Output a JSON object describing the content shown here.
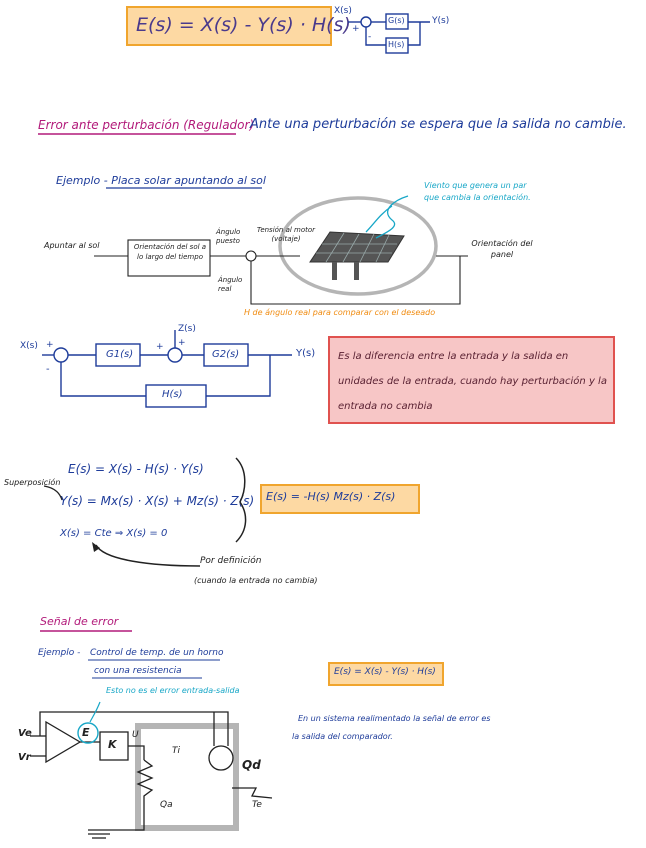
{
  "top": {
    "formula": "E(s) = X(s) - Y(s) · H(s)",
    "mini_diagram": {
      "x": "X(s)",
      "g": "G(s)",
      "h": "H(s)",
      "y": "Y(s)",
      "plus": "+",
      "minus": "-"
    }
  },
  "regulator": {
    "heading": "Error ante perturbación (Regulador)",
    "text": "Ante una perturbación se espera que la salida no cambie."
  },
  "solar": {
    "heading": "Ejemplo - Placa solar apuntando al sol",
    "wind_note": "Viento que genera un par que cambia la orientación.",
    "input": "Apuntar al sol",
    "block": "Orientación del sol a lo largo del tiempo",
    "angle_set": "Ángulo puesto",
    "motor": "Tensión al motor (voltaje)",
    "angle_real": "Ángulo real",
    "output": "Orientación del panel",
    "feedback": "H de ángulo real para comparar con el deseado"
  },
  "disturbance_diagram": {
    "x": "X(s)",
    "g1": "G1(s)",
    "z": "Z(s)",
    "g2": "G2(s)",
    "y": "Y(s)",
    "h": "H(s)",
    "plus": "+",
    "minus": "-"
  },
  "red_note": "Es la diferencia entre la entrada y la salida en unidades de la entrada, cuando hay perturbación y la entrada no cambia",
  "equations": {
    "superposition_label": "Superposición",
    "e1": "E(s) = X(s) - H(s) · Y(s)",
    "e2": "Y(s) = Mx(s) · X(s) + Mz(s) · Z(s)",
    "e3": "X(s) = Cte ⇒ X(s) = 0",
    "result": "E(s) = -H(s) Mz(s) · Z(s)",
    "definition_label": "Por definición",
    "definition_note": "(cuando la entrada no cambia)"
  },
  "error_signal": {
    "heading": "Señal de error",
    "example_prefix": "Ejemplo -",
    "example_line1": "Control de temp. de un horno",
    "example_line2": "con una resistencia",
    "note": "Esto no es el error entrada-salida",
    "formula": "E(s) = X(s) - Y(s) · H(s)",
    "conclusion_line1": "En un sistema realimentado la señal de error es",
    "conclusion_line2": "la salida del comparador."
  },
  "oven_circuit": {
    "ve": "Ve",
    "vr": "Vr",
    "e": "E",
    "k": "K",
    "u": "U",
    "ti": "Ti",
    "qa": "Qa",
    "qd": "Qd",
    "te": "Te"
  }
}
